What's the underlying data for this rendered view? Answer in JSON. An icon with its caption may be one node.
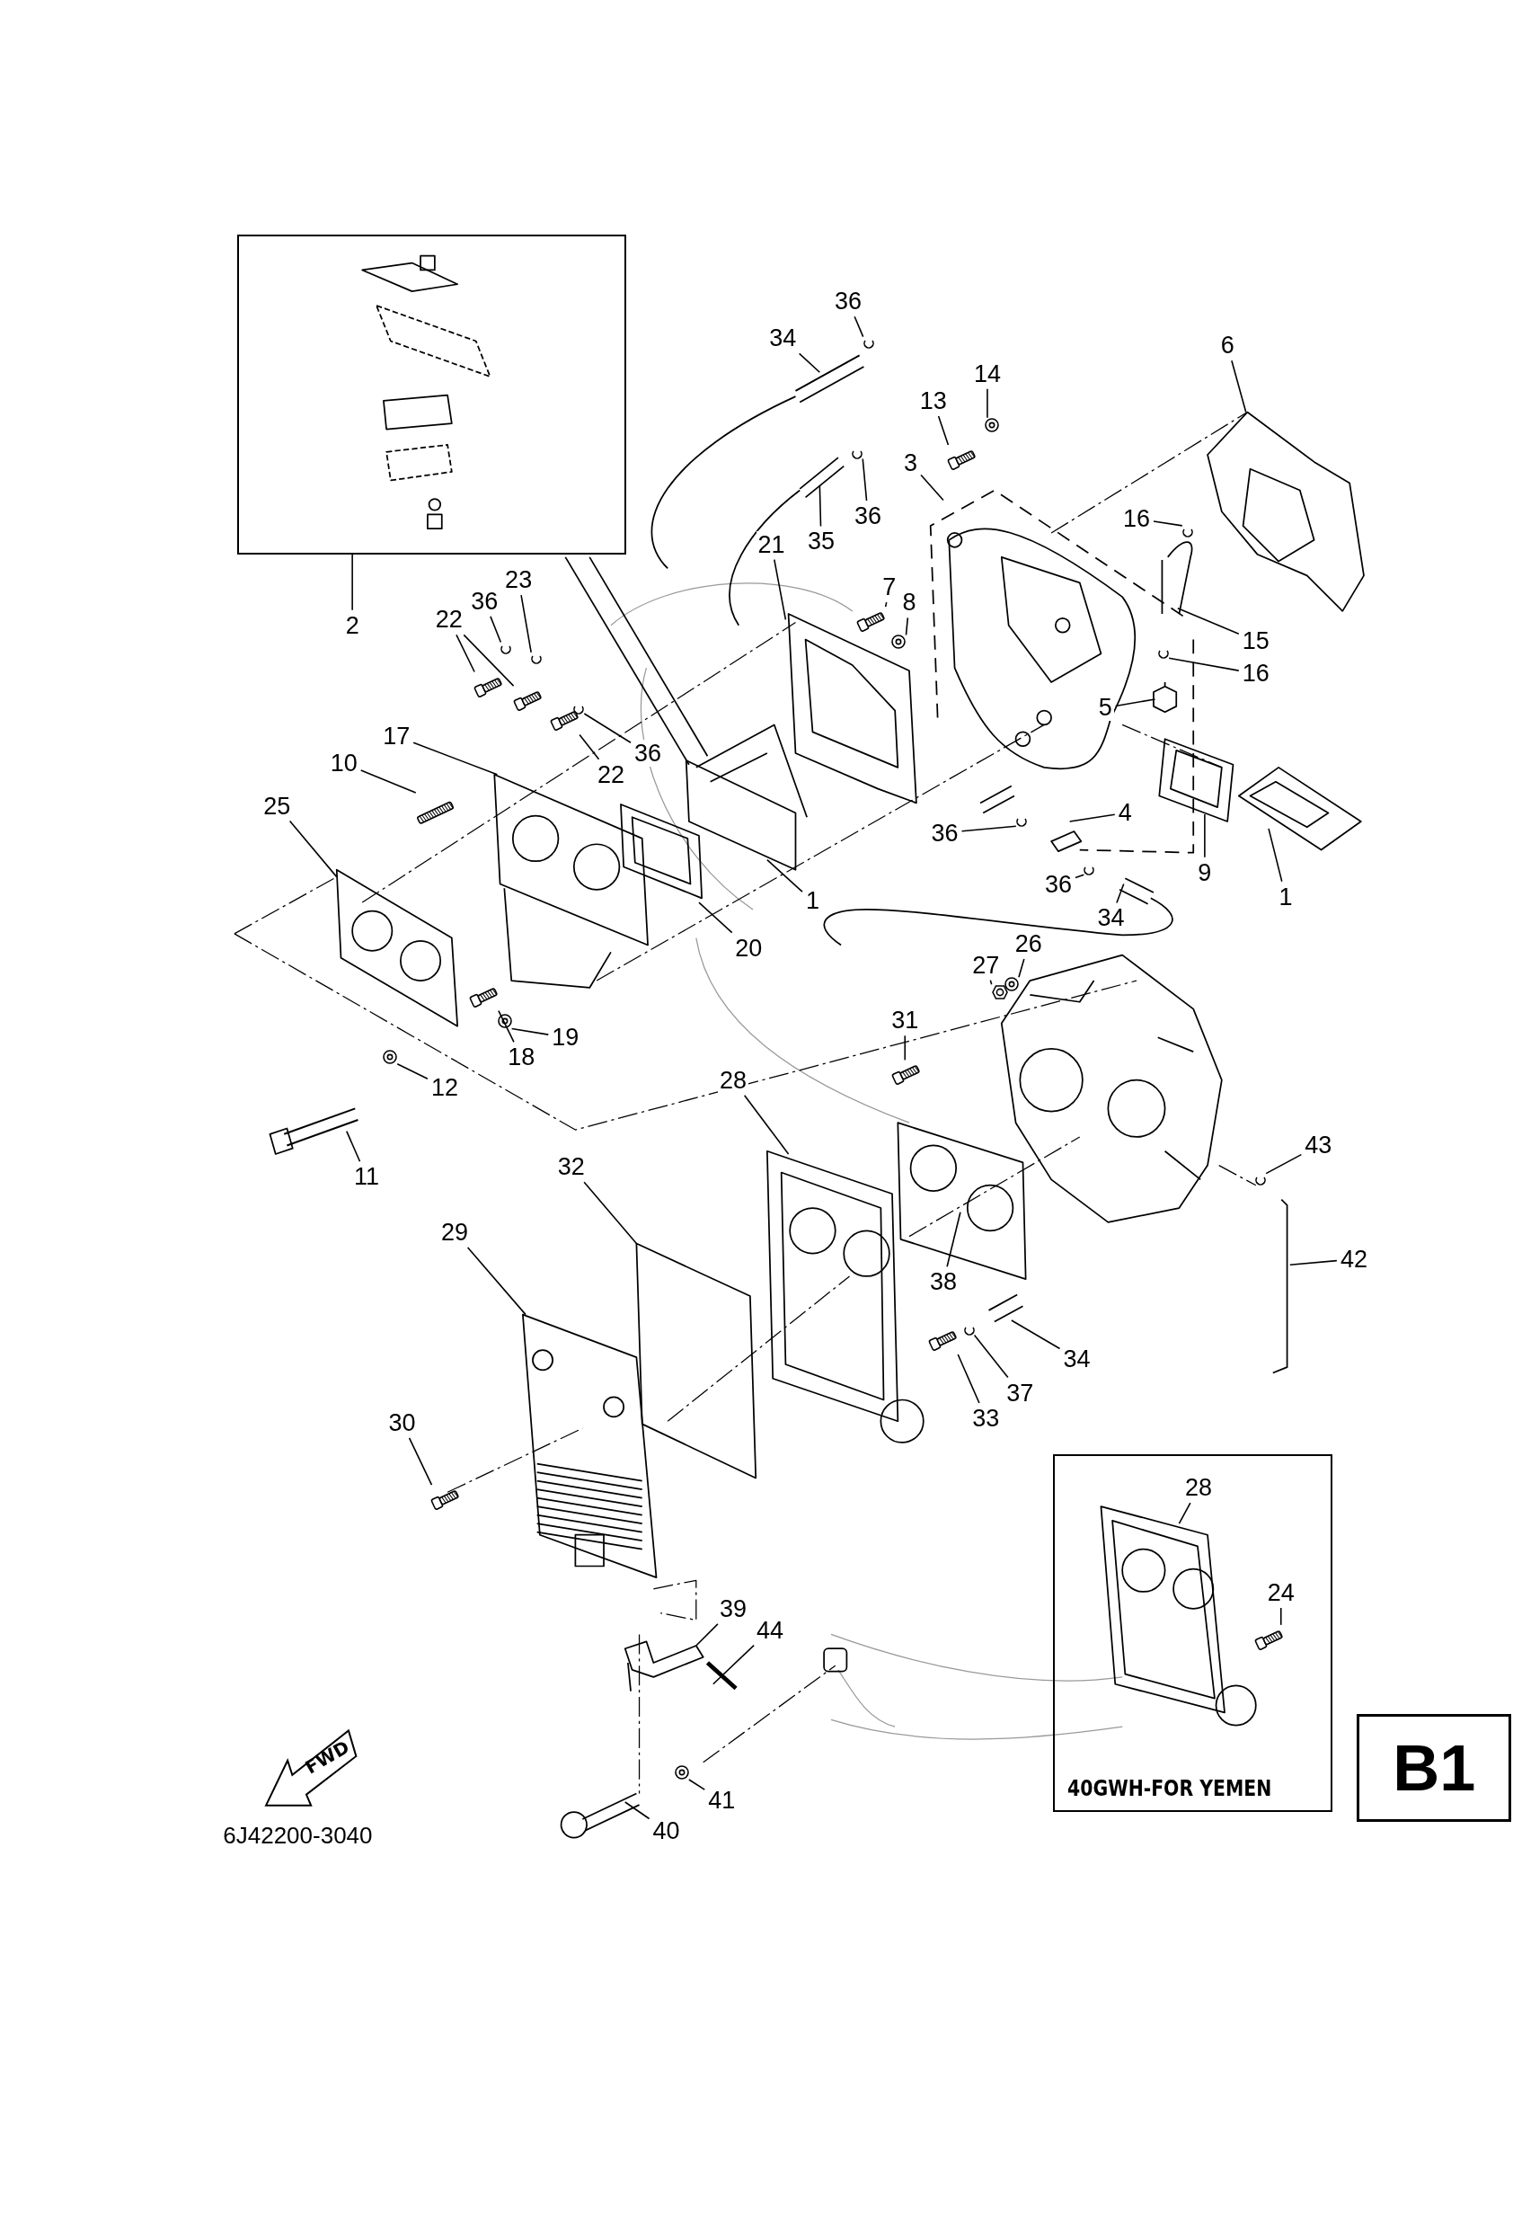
{
  "diagram": {
    "nodes": [
      {
        "text": [],
        "shape": "box"
      },
      {
        "text": [
          "2"
        ]
      },
      {
        "text": [
          "36"
        ]
      },
      {
        "text": [
          "34"
        ]
      },
      {
        "text": [
          "14"
        ]
      },
      {
        "text": [
          "13"
        ]
      },
      {
        "text": [
          "6"
        ]
      },
      {
        "text": [
          "3"
        ]
      },
      {
        "text": [
          "36"
        ]
      },
      {
        "text": [
          "35"
        ]
      },
      {
        "text": [
          "16"
        ]
      },
      {
        "text": [
          "21"
        ]
      },
      {
        "text": [
          "23"
        ]
      },
      {
        "text": [
          "36"
        ]
      },
      {
        "text": [
          "22"
        ]
      },
      {
        "text": [
          "7"
        ]
      },
      {
        "text": [
          "8"
        ]
      },
      {
        "text": [
          "15"
        ]
      },
      {
        "text": [
          "16"
        ]
      },
      {
        "text": [
          "5"
        ]
      },
      {
        "text": [
          "17"
        ]
      },
      {
        "text": [
          "36"
        ]
      },
      {
        "text": [
          "22"
        ]
      },
      {
        "text": [
          "10"
        ]
      },
      {
        "text": [
          "25"
        ]
      },
      {
        "text": [
          "4"
        ]
      },
      {
        "text": [
          "36"
        ]
      },
      {
        "text": [
          "1"
        ]
      },
      {
        "text": [
          "20"
        ]
      },
      {
        "text": [
          "9"
        ]
      },
      {
        "text": [
          "1"
        ]
      },
      {
        "text": [
          "36"
        ]
      },
      {
        "text": [
          "34"
        ]
      },
      {
        "text": [
          "26"
        ]
      },
      {
        "text": [
          "27"
        ]
      },
      {
        "text": [
          "31"
        ]
      },
      {
        "text": [
          "18"
        ]
      },
      {
        "text": [
          "19"
        ]
      },
      {
        "text": [
          "28"
        ]
      },
      {
        "text": [
          "12"
        ]
      },
      {
        "text": [
          "11"
        ]
      },
      {
        "text": [
          "43"
        ]
      },
      {
        "text": [
          "32"
        ]
      },
      {
        "text": [
          "29"
        ]
      },
      {
        "text": [
          "38"
        ]
      },
      {
        "text": [
          "42"
        ]
      },
      {
        "text": [
          "34"
        ]
      },
      {
        "text": [
          "37"
        ]
      },
      {
        "text": [
          "33"
        ]
      },
      {
        "text": [
          "30"
        ]
      },
      {
        "text": [
          "39"
        ]
      },
      {
        "text": [
          "44"
        ]
      },
      {
        "text": [
          "41"
        ]
      },
      {
        "text": [
          "40"
        ]
      },
      {
        "text": [
          "40GWH-FOR YEMEN"
        ]
      },
      {
        "text": [
          "28"
        ],
        "in": 54
      },
      {
        "text": [
          "24"
        ],
        "in": 54
      },
      {
        "text": [
          "FWD"
        ]
      },
      {
        "text": [
          "B1"
        ]
      },
      {
        "text": [],
        "shape": "picture"
      },
      {
        "text": [],
        "shape": "picture"
      },
      {
        "text": [],
        "shape": "picture"
      },
      {
        "text": [],
        "shape": "picture"
      },
      {
        "text": [],
        "shape": "picture"
      },
      {
        "text": [],
        "shape": "picture"
      },
      {
        "text": [],
        "shape": "picture"
      },
      {
        "text": [],
        "shape": "picture"
      },
      {
        "text": [],
        "shape": "picture"
      },
      {
        "text": [],
        "shape": "picture"
      },
      {
        "text": [],
        "shape": "picture"
      },
      {
        "text": [],
        "shape": "picture"
      },
      {
        "text": [],
        "shape": "picture"
      },
      {
        "text": [],
        "shape": "picture"
      },
      {
        "text": [],
        "shape": "picture"
      },
      {
        "text": [],
        "shape": "picture"
      },
      {
        "text": [],
        "shape": "picture"
      },
      {
        "text": [],
        "shape": "picture"
      },
      {
        "text": [],
        "shape": "picture"
      },
      {
        "text": [],
        "shape": "picture"
      },
      {
        "text": [],
        "shape": "picture"
      },
      {
        "text": [],
        "shape": "picture"
      },
      {
        "text": [],
        "shape": "picture"
      },
      {
        "text": [],
        "shape": "picture"
      },
      {
        "text": [],
        "shape": "picture"
      },
      {
        "text": [],
        "shape": "picture"
      },
      {
        "text": [],
        "shape": "picture"
      },
      {
        "text": [],
        "shape": "picture",
        "in": 54
      },
      {
        "text": [],
        "shape": "picture"
      }
    ],
    "edges": [
      {
        "from": 1,
        "to": 0,
        "arrow": "none"
      },
      {
        "from": 2,
        "to": 59,
        "arrow": "none"
      },
      {
        "from": 3,
        "to": null,
        "arrow": "none"
      },
      {
        "from": 4,
        "to": 60,
        "arrow": "none"
      },
      {
        "from": 5,
        "to": 61,
        "arrow": "none"
      },
      {
        "from": 6,
        "to": null,
        "arrow": "none"
      },
      {
        "from": 7,
        "to": null,
        "arrow": "none"
      },
      {
        "from": 8,
        "to": 62,
        "arrow": "none"
      },
      {
        "from": 9,
        "to": null,
        "arrow": "none"
      },
      {
        "from": 10,
        "to": 63,
        "arrow": "none"
      },
      {
        "from": 11,
        "to": null,
        "arrow": "none"
      },
      {
        "from": 12,
        "to": 64,
        "arrow": "none"
      },
      {
        "from": 13,
        "to": 65,
        "arrow": "none"
      },
      {
        "from": 14,
        "to": 66,
        "arrow": "none"
      },
      {
        "from": 14,
        "to": 67,
        "arrow": "none"
      },
      {
        "from": 15,
        "to": 68,
        "arrow": "none"
      },
      {
        "from": 16,
        "to": 69,
        "arrow": "none"
      },
      {
        "from": 17,
        "to": null,
        "arrow": "none"
      },
      {
        "from": 18,
        "to": 70,
        "arrow": "none"
      },
      {
        "from": 19,
        "to": null,
        "arrow": "none"
      },
      {
        "from": 20,
        "to": null,
        "arrow": "none"
      },
      {
        "from": 21,
        "to": 71,
        "arrow": "none"
      },
      {
        "from": 22,
        "to": 72,
        "arrow": "none"
      },
      {
        "from": 23,
        "to": 87,
        "arrow": "none"
      },
      {
        "from": 24,
        "to": null,
        "arrow": "none"
      },
      {
        "from": 25,
        "to": null,
        "arrow": "none"
      },
      {
        "from": 26,
        "to": 73,
        "arrow": "none"
      },
      {
        "from": 27,
        "to": null,
        "arrow": "none"
      },
      {
        "from": 28,
        "to": null,
        "arrow": "none"
      },
      {
        "from": 29,
        "to": null,
        "arrow": "none"
      },
      {
        "from": 30,
        "to": null,
        "arrow": "none"
      },
      {
        "from": 31,
        "to": 74,
        "arrow": "none"
      },
      {
        "from": 32,
        "to": null,
        "arrow": "none"
      },
      {
        "from": 33,
        "to": 75,
        "arrow": "none"
      },
      {
        "from": 34,
        "to": 76,
        "arrow": "none"
      },
      {
        "from": 35,
        "to": 77,
        "arrow": "none"
      },
      {
        "from": 36,
        "to": 78,
        "arrow": "none"
      },
      {
        "from": 37,
        "to": 79,
        "arrow": "none"
      },
      {
        "from": 38,
        "to": null,
        "arrow": "none"
      },
      {
        "from": 39,
        "to": 80,
        "arrow": "none"
      },
      {
        "from": 40,
        "to": null,
        "arrow": "none"
      },
      {
        "from": 41,
        "to": 81,
        "arrow": "none"
      },
      {
        "from": 42,
        "to": null,
        "arrow": "none"
      },
      {
        "from": 43,
        "to": null,
        "arrow": "none"
      },
      {
        "from": 44,
        "to": null,
        "arrow": "none"
      },
      {
        "from": 45,
        "to": null,
        "arrow": "none"
      },
      {
        "from": 46,
        "to": null,
        "arrow": "none"
      },
      {
        "from": 47,
        "to": 82,
        "arrow": "none"
      },
      {
        "from": 48,
        "to": 83,
        "arrow": "none"
      },
      {
        "from": 49,
        "to": 84,
        "arrow": "none"
      },
      {
        "from": 50,
        "to": null,
        "arrow": "none"
      },
      {
        "from": 51,
        "to": null,
        "arrow": "none"
      },
      {
        "from": 52,
        "to": 85,
        "arrow": "none"
      },
      {
        "from": 53,
        "to": null,
        "arrow": "none"
      },
      {
        "from": 55,
        "to": null,
        "arrow": "none"
      },
      {
        "from": 56,
        "to": 86,
        "arrow": "none"
      }
    ],
    "labels": [
      "6J42200-3040"
    ]
  }
}
